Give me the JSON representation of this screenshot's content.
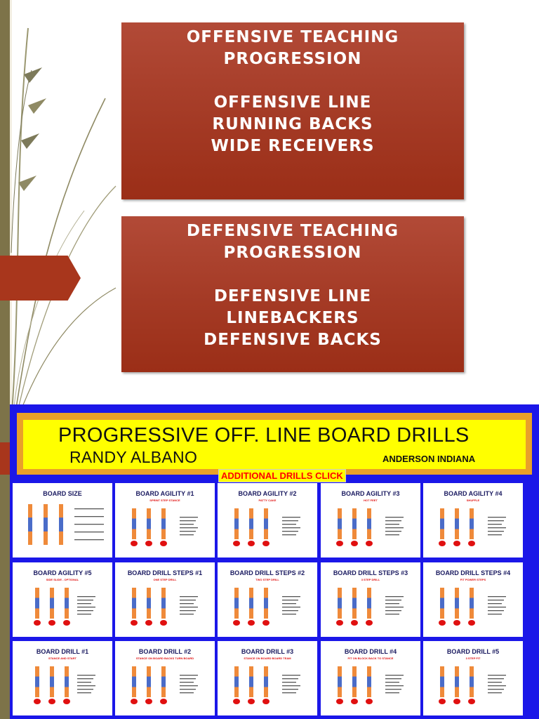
{
  "panels": {
    "offensive": {
      "heading_line1": "OFFENSIVE TEACHING",
      "heading_line2": "PROGRESSION",
      "items": [
        "OFFENSIVE LINE",
        "RUNNING BACKS",
        "WIDE RECEIVERS"
      ]
    },
    "defensive": {
      "heading_line1": "DEFENSIVE TEACHING",
      "heading_line2": "PROGRESSION",
      "items": [
        "DEFENSIVE LINE",
        "LINEBACKERS",
        "DEFENSIVE BACKS"
      ]
    }
  },
  "slide": {
    "title": "PROGRESSIVE OFF. LINE BOARD DRILLS",
    "author": "RANDY ALBANO",
    "location": "ANDERSON INDIANA",
    "more_link": "ADDITIONAL DRILLS CLICK",
    "cards": [
      {
        "title": "BOARD SIZE",
        "subtitle": ""
      },
      {
        "title": "BOARD AGILITY #1",
        "subtitle": "SPRINT STEP STANCE"
      },
      {
        "title": "BOARD AGILITY #2",
        "subtitle": "PATTY CAKE"
      },
      {
        "title": "BOARD AGILITY #3",
        "subtitle": "HOT FEET"
      },
      {
        "title": "BOARD AGILITY #4",
        "subtitle": "SHUFFLE"
      },
      {
        "title": "BOARD AGILITY #5",
        "subtitle": "SIDE SLIDE - OPTIONAL"
      },
      {
        "title": "BOARD DRILL STEPS #1",
        "subtitle": "ONE STEP DRILL"
      },
      {
        "title": "BOARD DRILL STEPS #2",
        "subtitle": "TWO STEP DRILL"
      },
      {
        "title": "BOARD DRILL STEPS #3",
        "subtitle": "3 STEP DRILL"
      },
      {
        "title": "BOARD DRILL STEPS #4",
        "subtitle": "FIT POWER STEPS"
      },
      {
        "title": "BOARD DRILL #1",
        "subtitle": "STANCE AND START"
      },
      {
        "title": "BOARD DRILL #2",
        "subtitle": "STANCE ON BOARD BACKS TURN BOARD"
      },
      {
        "title": "BOARD DRILL #3",
        "subtitle": "STANCE ON BOARD BOARD TEAM"
      },
      {
        "title": "BOARD DRILL #4",
        "subtitle": "FIT ON BLOCK BACK TO STANCE"
      },
      {
        "title": "BOARD DRILL #5",
        "subtitle": "3 STEP FIT"
      }
    ]
  },
  "colors": {
    "panel_red": "#a43a25",
    "slide_blue": "#1b17e8",
    "header_yellow": "#ffff00",
    "header_orange": "#e9a02a",
    "board_orange": "#ef8a3a",
    "board_blue": "#4a6cc8",
    "cone_red": "#e01010"
  },
  "icons": {
    "arrow_tab": "arrow-tab-shape",
    "stems": "decorative-grass-stems"
  }
}
